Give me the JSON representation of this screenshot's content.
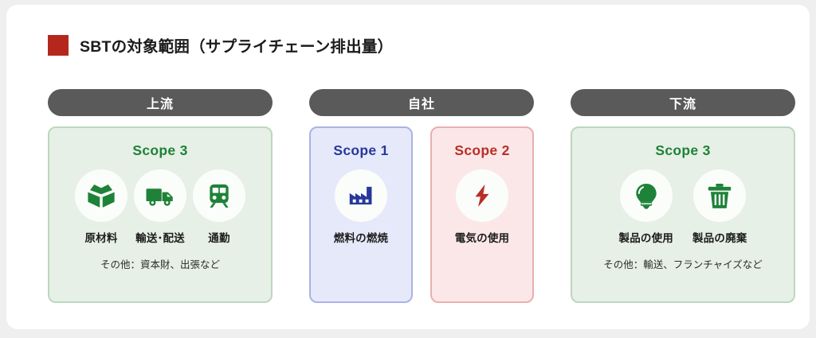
{
  "title": {
    "text": "SBTの対象範囲（サプライチェーン排出量）",
    "marker_color": "#b5271d"
  },
  "columns": [
    {
      "id": "upstream",
      "header": "上流",
      "panels": [
        {
          "scope_label": "Scope 3",
          "scope_color": "#1e8238",
          "panel_bg": "#e6f0e6",
          "panel_border": "#bcd7bf",
          "items": [
            {
              "icon": "open-box-icon",
              "label": "原材料"
            },
            {
              "icon": "delivery-truck-icon",
              "label": "輸送･配送"
            },
            {
              "icon": "train-icon",
              "label": "通勤"
            }
          ],
          "footnote": "その他：資本財、出張など"
        }
      ]
    },
    {
      "id": "own-company",
      "header": "自社",
      "panels": [
        {
          "scope_label": "Scope 1",
          "scope_color": "#27389a",
          "panel_bg": "#e6e9fa",
          "panel_border": "#a9b4e2",
          "items": [
            {
              "icon": "factory-icon",
              "label": "燃料の燃焼"
            }
          ],
          "footnote": ""
        },
        {
          "scope_label": "Scope 2",
          "scope_color": "#bb2d27",
          "panel_bg": "#fbe7e7",
          "panel_border": "#e9afaf",
          "items": [
            {
              "icon": "lightning-bolt-icon",
              "label": "電気の使用"
            }
          ],
          "footnote": ""
        }
      ]
    },
    {
      "id": "downstream",
      "header": "下流",
      "panels": [
        {
          "scope_label": "Scope 3",
          "scope_color": "#1e8238",
          "panel_bg": "#e6f0e6",
          "panel_border": "#bcd7bf",
          "items": [
            {
              "icon": "lightbulb-icon",
              "label": "製品の使用"
            },
            {
              "icon": "trash-can-icon",
              "label": "製品の廃棄"
            }
          ],
          "footnote": "その他：輸送、フランチャイズなど"
        }
      ]
    }
  ]
}
